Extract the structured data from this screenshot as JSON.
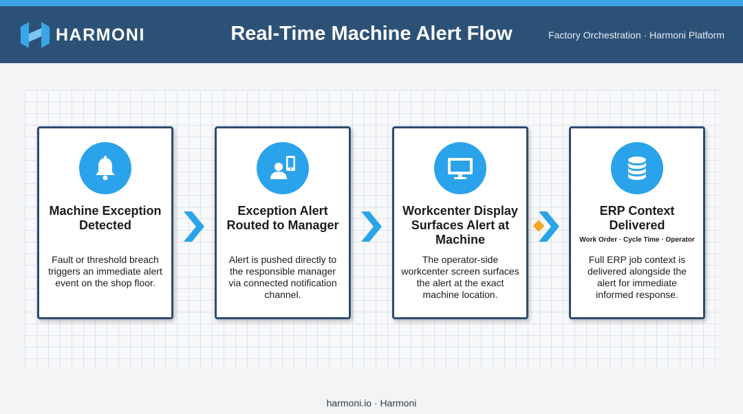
{
  "header": {
    "brand": "HARMONI",
    "title": "Real-Time Machine Alert Flow",
    "subtitle": "Factory Orchestration · Harmoni Platform"
  },
  "steps": [
    {
      "icon": "bell-icon",
      "title": "Machine Exception Detected",
      "note": "",
      "description": "Fault or threshold breach triggers an immediate alert event on the shop floor."
    },
    {
      "icon": "manager-phone-icon",
      "title": "Exception Alert Routed to Manager",
      "note": "",
      "description": "Alert is pushed directly to the responsible manager via connected notification channel."
    },
    {
      "icon": "monitor-icon",
      "title": "Workcenter Display Surfaces Alert at Machine",
      "note": "",
      "description": "The operator-side workcenter screen surfaces the alert at the exact machine location."
    },
    {
      "icon": "database-icon",
      "title": "ERP Context Delivered",
      "note": "Work Order · Cycle Time · Operator",
      "description": "Full ERP job context is delivered alongside the alert for immediate informed response."
    }
  ],
  "footer": "harmoni.io · Harmoni",
  "colors": {
    "header_bg": "#2c5177",
    "accent": "#2aa3ea",
    "card_border": "#2c4c70",
    "diamond": "#f6a623"
  }
}
